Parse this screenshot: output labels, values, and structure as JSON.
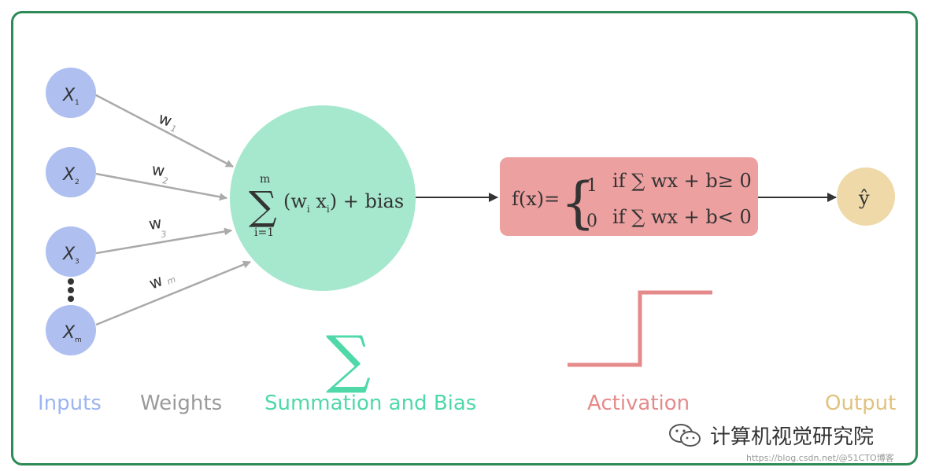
{
  "inputs": [
    {
      "symbol": "X",
      "sub": "1"
    },
    {
      "symbol": "X",
      "sub": "2"
    },
    {
      "symbol": "X",
      "sub": "3"
    },
    {
      "symbol": "X",
      "sub": "m"
    }
  ],
  "weights": [
    {
      "symbol": "w",
      "sub": "1"
    },
    {
      "symbol": "w",
      "sub": "2"
    },
    {
      "symbol": "w",
      "sub": "3"
    },
    {
      "symbol": "w",
      "sub": "m"
    }
  ],
  "summation": {
    "sigma": "∑",
    "upper": "m",
    "lower": "i=1",
    "term_open": "(w",
    "term_i1": "i",
    "term_x": " x",
    "term_i2": "i",
    "term_close": ") + bias"
  },
  "activation_box": {
    "lhs": "f(x)=",
    "brace": "{",
    "case1_val": "1",
    "case1_cond": "if ∑ wx + b≥ 0",
    "case0_val": "0",
    "case0_cond": "if ∑ wx + b< 0"
  },
  "output": {
    "symbol": "ŷ"
  },
  "big_sigma": "∑",
  "labels": {
    "inputs": "Inputs",
    "weights": "Weights",
    "summation": "Summation and Bias",
    "activation": "Activation",
    "output": "Output"
  },
  "colors": {
    "input": "#aebff0",
    "summation": "#a6e8cd",
    "summation_text": "#4fd8a8",
    "activation": "#eda0a0",
    "activation_text": "#e58a8a",
    "output": "#efd9a8",
    "output_text": "#e0c27e",
    "arrow": "#aaaaaa",
    "frame": "#2e8b57"
  },
  "watermark": {
    "text": "计算机视觉研究院",
    "url": "https://blog.csdn.net/@51CTO博客"
  }
}
